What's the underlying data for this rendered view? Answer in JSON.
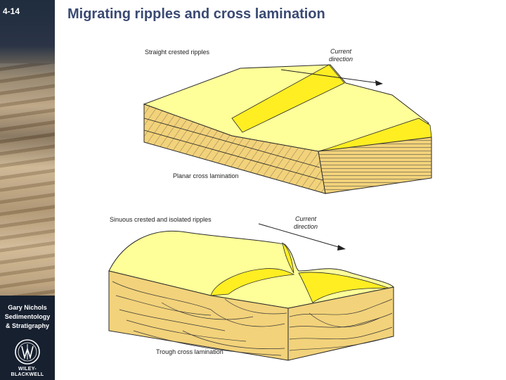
{
  "slide": {
    "number": "4-14",
    "title": "Migrating ripples and cross lamination"
  },
  "sidebar": {
    "book_lines": [
      "Gary Nichols",
      "Sedimentology",
      "& Stratigraphy"
    ],
    "publisher_line1": "WILEY-",
    "publisher_line2": "BLACKWELL"
  },
  "diagram_top": {
    "ripple_label": "Straight crested ripples",
    "current_line1": "Current",
    "current_line2": "direction",
    "lamination_label": "Planar cross lamination"
  },
  "diagram_bottom": {
    "ripple_label": "Sinuous crested and isolated ripples",
    "current_line1": "Current",
    "current_line2": "direction",
    "lamination_label": "Trough cross lamination"
  },
  "colors": {
    "title": "#3a4a72",
    "sand_top": "#ffff99",
    "ripple_face": "#ffee22",
    "side_face": "#f2d27a",
    "outline": "#2b2b2b"
  }
}
